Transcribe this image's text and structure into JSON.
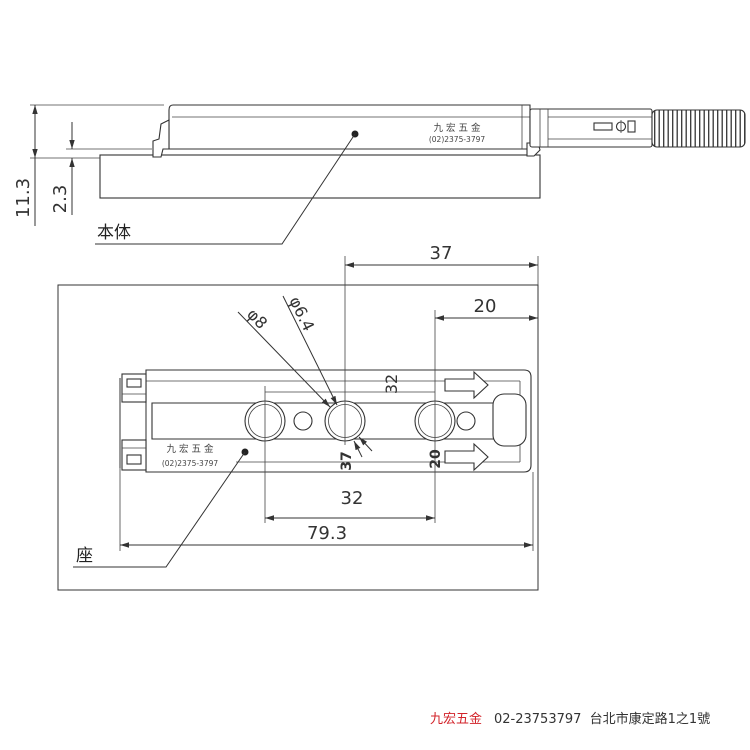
{
  "views": {
    "body_label": "本体",
    "seat_label": "座"
  },
  "body_marking": {
    "brand": "九 宏 五 金",
    "phone": "(02)2375-3797"
  },
  "seat_marking": {
    "brand": "九 宏 五 金",
    "phone": "(02)2375-3797"
  },
  "dimensions": {
    "height_overall": "11.3",
    "plate_thickness": "2.3",
    "offset_37": "37",
    "offset_20": "20",
    "hole_pitch_upper": "32",
    "hole_pitch_lower": "32",
    "overall_length": "79.3",
    "diameter_large": "φ8",
    "diameter_small": "φ6.4",
    "seat_mark_37": "37",
    "seat_mark_20": "20"
  },
  "footer": {
    "brand": "九宏五金",
    "contact": "02-23753797  台北市康定路1之1號"
  },
  "colors": {
    "footer_brand": "#d2232a",
    "footer_text": "#333333"
  }
}
